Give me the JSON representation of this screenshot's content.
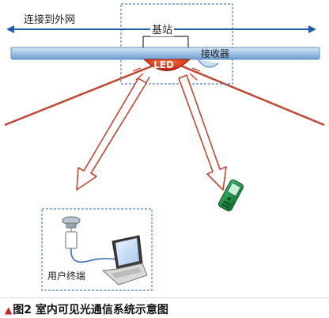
{
  "labels": {
    "network": "连接到外网",
    "base_station": "基站",
    "receiver": "接收器",
    "led": "LED",
    "user_terminal": "用户终端"
  },
  "caption": {
    "marker": "▲",
    "text": "图2 室内可见光通信系统示意图"
  },
  "colors": {
    "beam": "#c2462f",
    "rail": "#8fb5dc",
    "arrow": "#1f5fae",
    "dashed_box": "#4b88c9",
    "led": "#d22a12",
    "phone": "#1a8a3a"
  }
}
